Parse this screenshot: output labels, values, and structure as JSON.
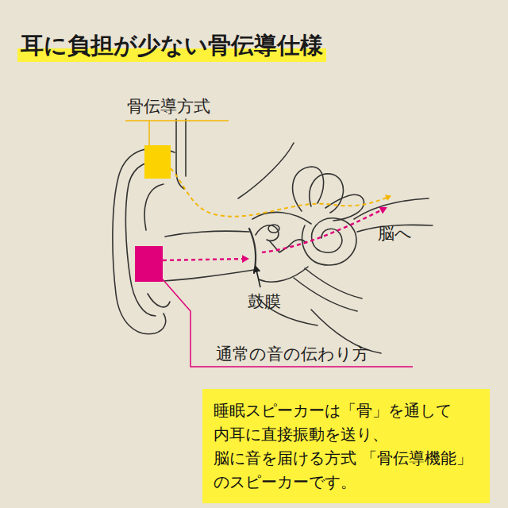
{
  "diagram": {
    "title": "耳に負担が少ない骨伝導仕様",
    "nodes": [
      {
        "text": [
          "睡眠スピーカーは「骨」を通して 内耳に直接振動を送り、 脳に音を届ける方式 「骨伝導機能」のスピーカーです。"
        ]
      }
    ],
    "labels": [
      "骨伝導方式",
      "脳へ",
      "鼓膜",
      "通常の音の伝わり方"
    ]
  }
}
